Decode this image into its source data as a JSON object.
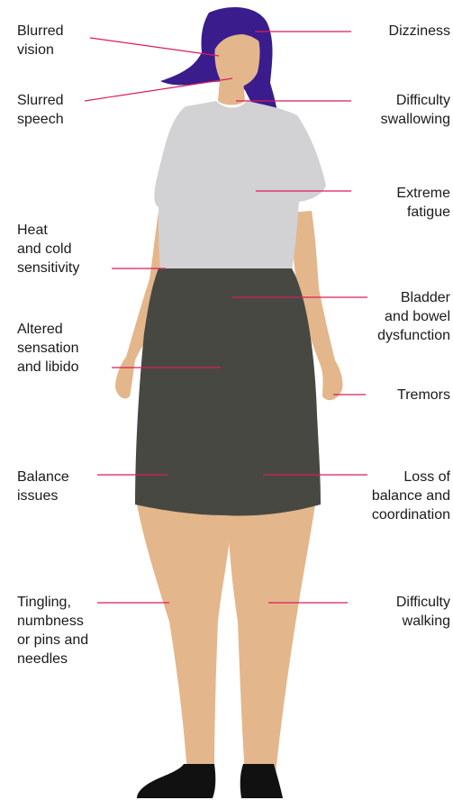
{
  "colors": {
    "hair": "#3a1c8c",
    "skin": "#e4b68b",
    "shirt": "#d2d2d4",
    "skirt": "#474841",
    "shoes": "#111111",
    "leader_line": "#d81e5b",
    "text": "#1a1a1a"
  },
  "labels_left": [
    {
      "id": "blurred-vision",
      "text": "Blurred\nvision"
    },
    {
      "id": "slurred-speech",
      "text": "Slurred\nspeech"
    },
    {
      "id": "heat-cold",
      "text": "Heat\nand cold\nsensitivity"
    },
    {
      "id": "altered-sensation",
      "text": "Altered\nsensation\nand libido"
    },
    {
      "id": "balance-issues",
      "text": "Balance\nissues"
    },
    {
      "id": "tingling",
      "text": "Tingling,\nnumbness\nor pins and\nneedles"
    }
  ],
  "labels_right": [
    {
      "id": "dizziness",
      "text": "Dizziness"
    },
    {
      "id": "difficulty-swallowing",
      "text": "Difficulty\nswallowing"
    },
    {
      "id": "extreme-fatigue",
      "text": "Extreme\nfatigue"
    },
    {
      "id": "bladder-bowel",
      "text": "Bladder\nand bowel\ndysfunction"
    },
    {
      "id": "tremors",
      "text": "Tremors"
    },
    {
      "id": "loss-balance",
      "text": "Loss of\nbalance and\ncoordination"
    },
    {
      "id": "difficulty-walking",
      "text": "Difficulty\nwalking"
    }
  ]
}
